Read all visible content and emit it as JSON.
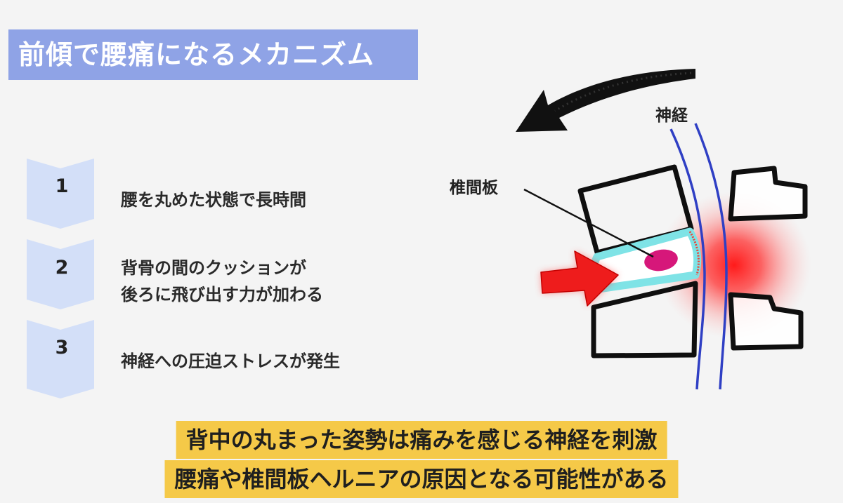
{
  "title": "前傾で腰痛になるメカニズム",
  "steps": [
    {
      "number": "1",
      "lines": [
        "腰を丸めた状態で長時間"
      ]
    },
    {
      "number": "2",
      "lines": [
        "背骨の間のクッションが",
        "後ろに飛び出す力が加わる"
      ]
    },
    {
      "number": "3",
      "lines": [
        "神経への圧迫ストレスが発生"
      ]
    }
  ],
  "diagram": {
    "nerve_label": "神経",
    "disc_label": "椎間板"
  },
  "conclusion": {
    "line1": "背中の丸まった姿勢は痛みを感じる神経を刺激",
    "line2": "腰痛や椎間板ヘルニアの原因となる可能性がある"
  },
  "colors": {
    "title_bg": "#8fa3e6",
    "chevron": "#d3dff8",
    "highlight": "#f5c948",
    "nerve": "#2f3fc4",
    "disc": "#7fe3e6",
    "nucleus": "#d6177a",
    "arrow": "#ee1c1c"
  }
}
